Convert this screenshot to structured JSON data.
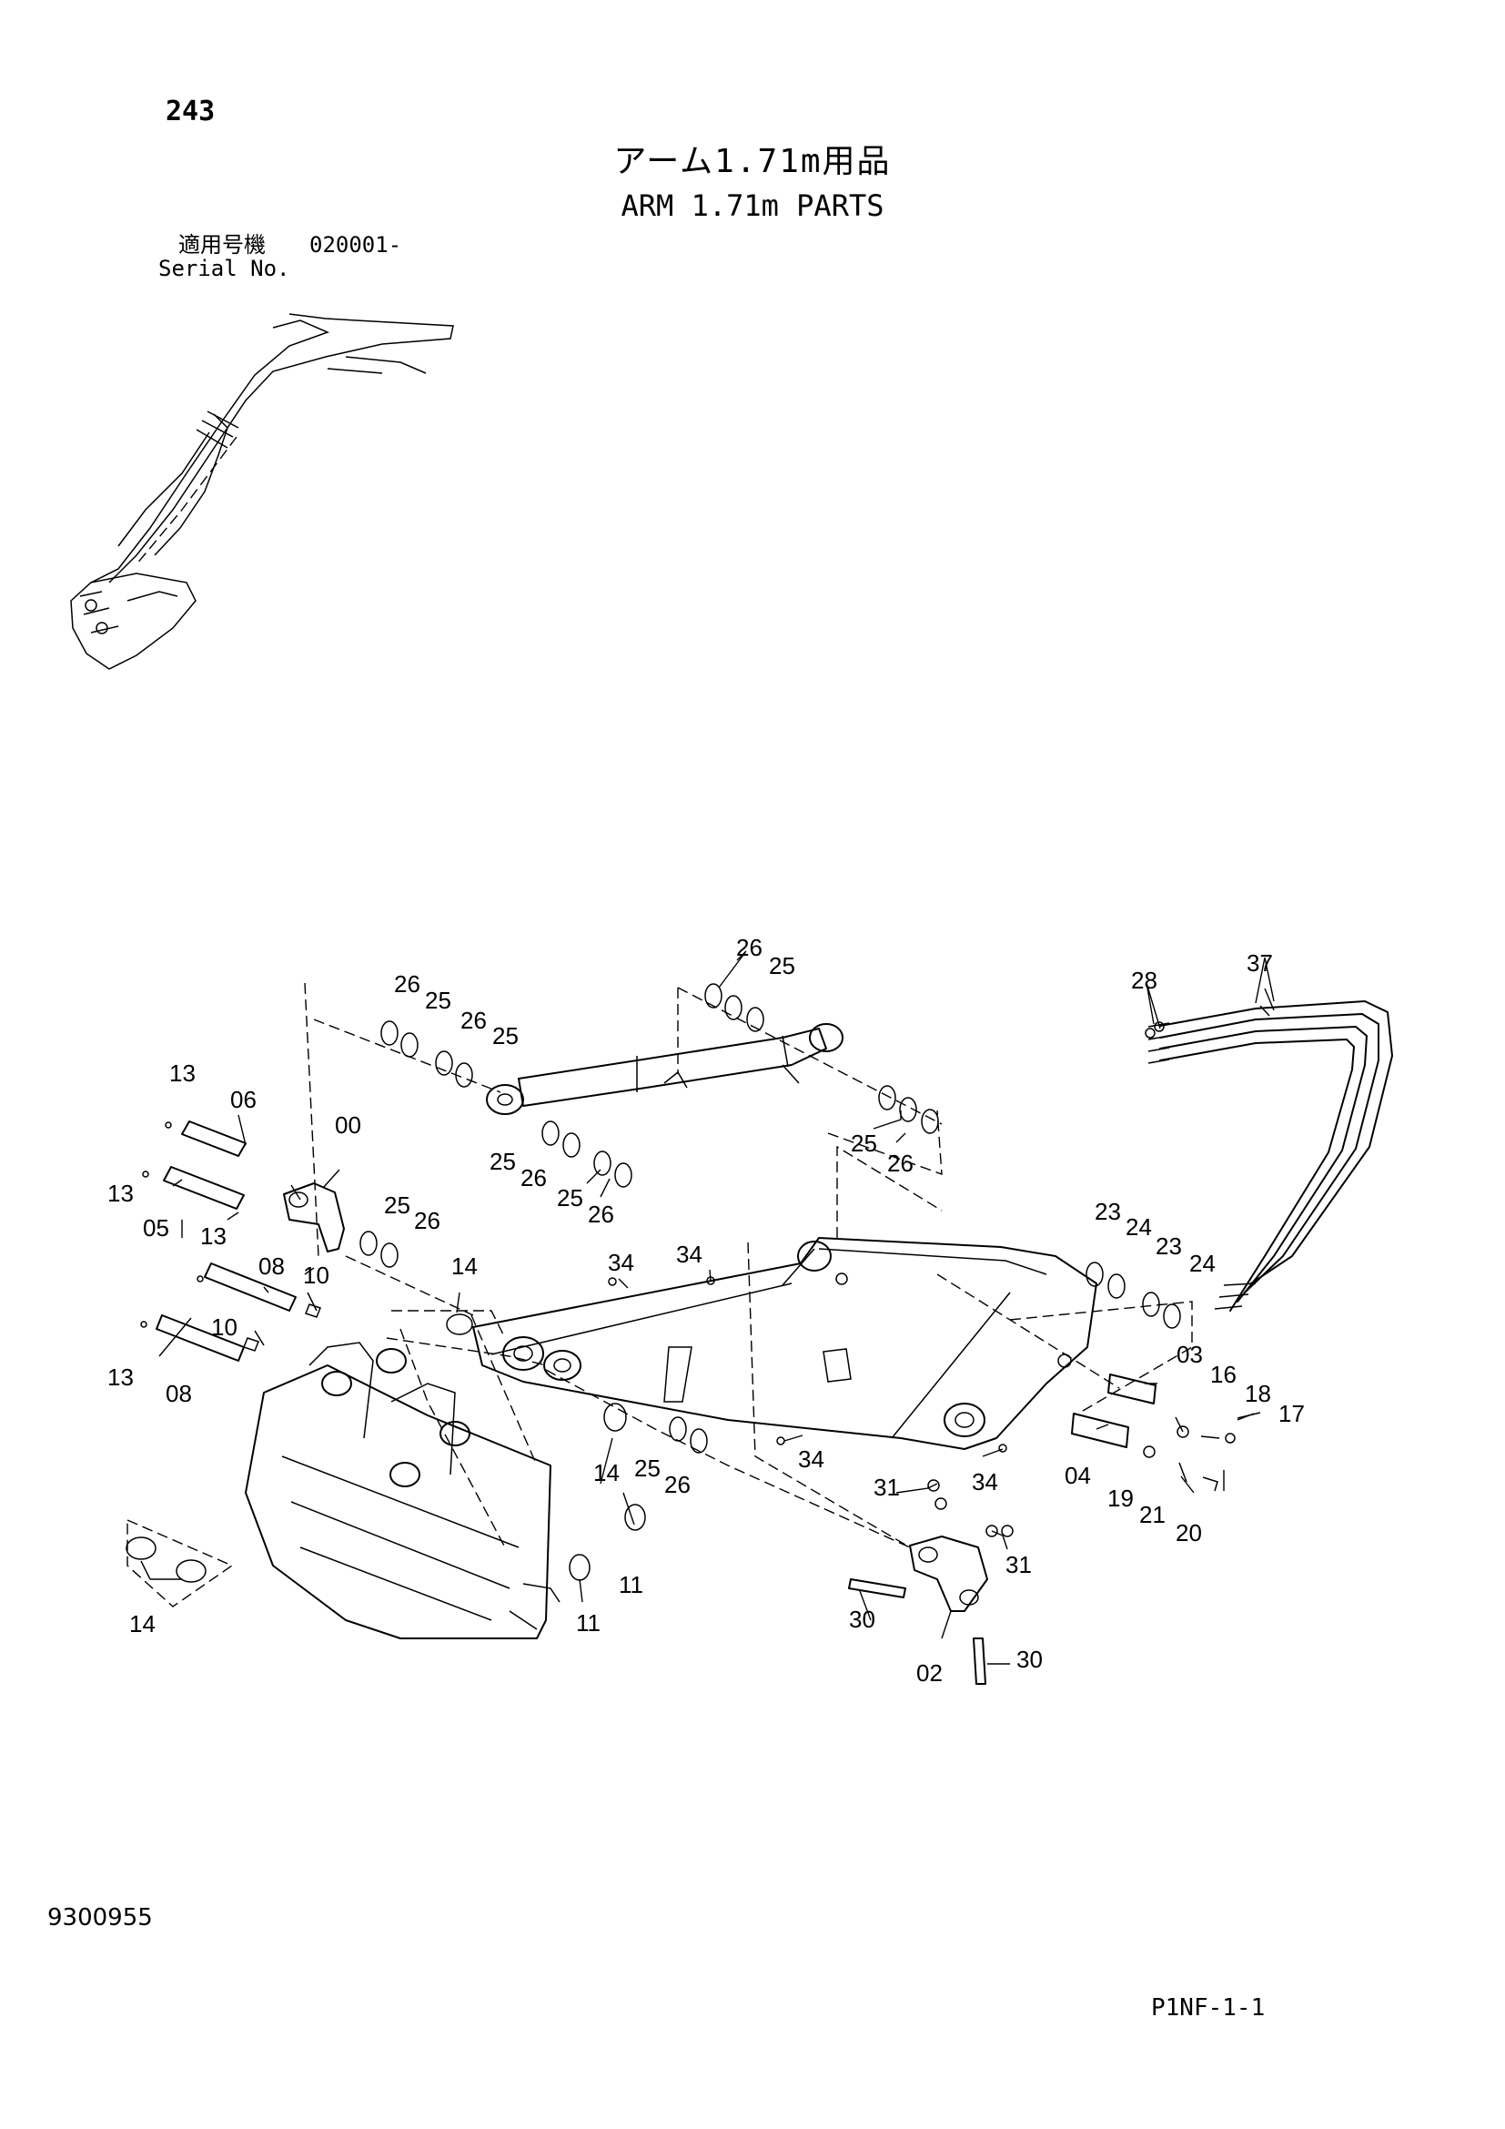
{
  "header": {
    "page_number": "243",
    "title_jp": "アーム1.71m用品",
    "title_en": "ARM 1.71m PARTS",
    "serial_label_jp": "適用号機",
    "serial_range": "020001-",
    "serial_label_en": "Serial No."
  },
  "footer": {
    "doc_number": "9300955",
    "page_code": "P1NF-1-1"
  },
  "diagram": {
    "callouts": [
      "00",
      "02",
      "03",
      "04",
      "05",
      "06",
      "08",
      "08",
      "10",
      "10",
      "11",
      "11",
      "13",
      "13",
      "13",
      "13",
      "14",
      "14",
      "14",
      "16",
      "17",
      "18",
      "19",
      "20",
      "21",
      "23",
      "23",
      "24",
      "24",
      "25",
      "25",
      "25",
      "25",
      "25",
      "25",
      "25",
      "26",
      "26",
      "26",
      "26",
      "26",
      "26",
      "26",
      "28",
      "30",
      "30",
      "31",
      "31",
      "34",
      "34",
      "34",
      "34",
      "37"
    ]
  },
  "colors": {
    "ink": "#000000",
    "paper": "#ffffff"
  }
}
